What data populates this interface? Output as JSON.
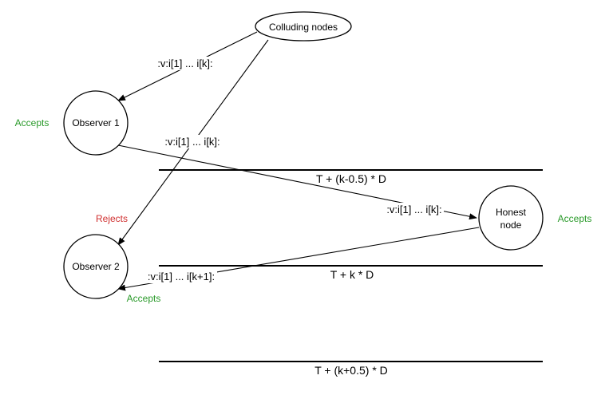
{
  "nodes": {
    "colluding": "Colluding nodes",
    "observer1": "Observer 1",
    "observer2": "Observer 2",
    "honest_line1": "Honest",
    "honest_line2": "node"
  },
  "messages": {
    "to_observer1": ":v:i[1] ... i[k]:",
    "to_observer2": ":v:i[1] ... i[k]:",
    "to_honest": ":v:i[1] ... i[k]:",
    "honest_to_observer2": ":v:i[1] ... i[k+1]:"
  },
  "timelines": {
    "line1": "T + (k-0.5) * D",
    "line2": "T + k * D",
    "line3": "T + (k+0.5) * D"
  },
  "statuses": {
    "observer1": "Accepts",
    "observer2_reject": "Rejects",
    "observer2_accept": "Accepts",
    "honest": "Accepts"
  },
  "colors": {
    "accept": "#2a9a2a",
    "reject": "#d03030"
  }
}
